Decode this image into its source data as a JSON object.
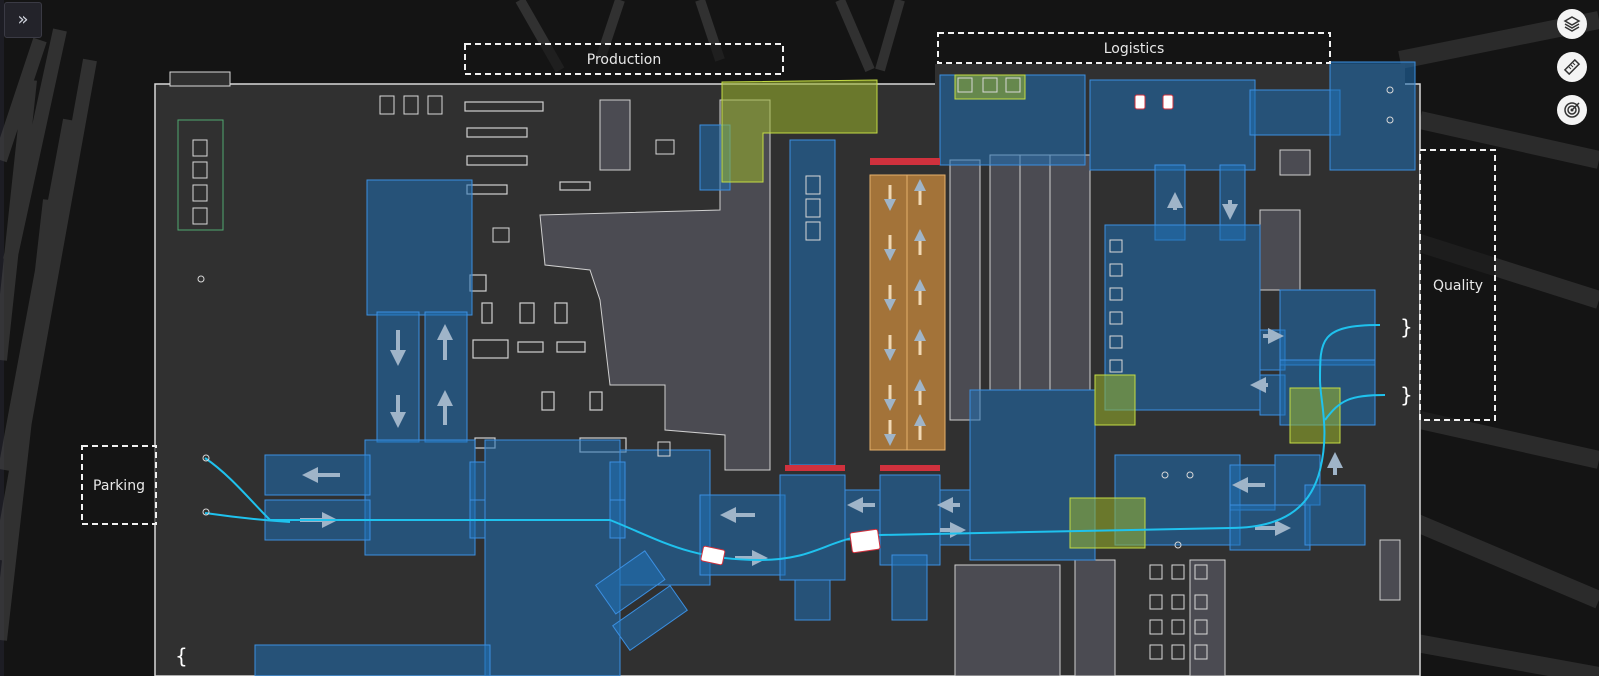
{
  "sidebar": {
    "expand_glyph": "»"
  },
  "zones": {
    "production": "Production",
    "logistics": "Logistics",
    "quality": "Quality",
    "parking": "Parking"
  },
  "toolbar": {
    "layers_icon": "layers-icon",
    "ruler_icon": "ruler-icon",
    "target_icon": "target-icon"
  },
  "colors": {
    "background": "#141414",
    "floor": "#303030",
    "zone_blue": "#1f6fb5",
    "zone_orange": "#c98a3c",
    "zone_yellow": "#9bb52a",
    "path_cyan": "#1fc2ee",
    "barrier_red": "#d0313d"
  }
}
